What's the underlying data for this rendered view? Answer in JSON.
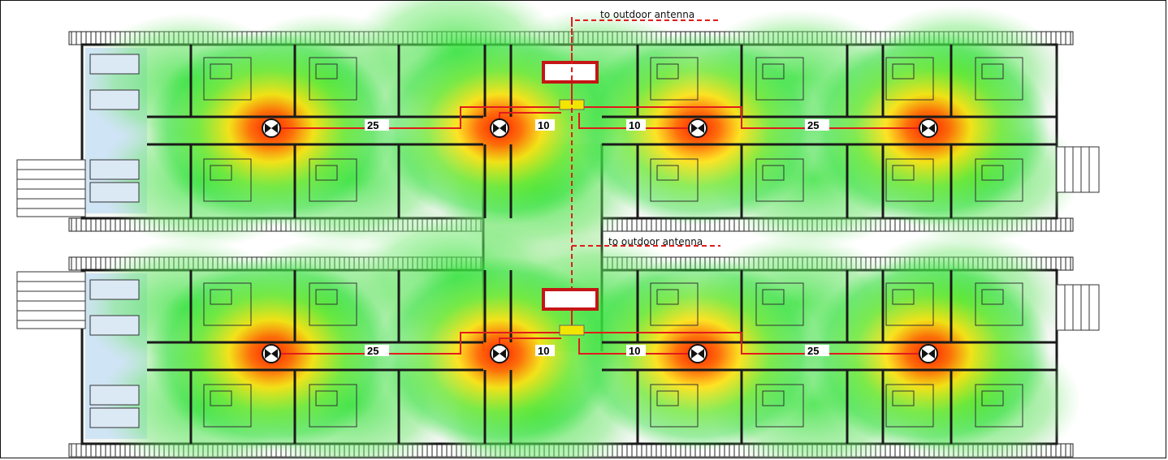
{
  "title": "Hotel floors DAS coverage heatmap",
  "colors": {
    "cable": "#e11b1b",
    "splitter": "#f2e600",
    "repeater_fill": "#ffffff",
    "repeater_border": "#c41616",
    "heat_hot": "#ff2a00",
    "heat_mid": "#ffe600",
    "heat_low": "#2ee62e",
    "wall": "#1a1a1a",
    "room_blue": "#cfe4f5"
  },
  "icons": [
    "indoor-antenna-icon",
    "splitter-icon",
    "repeater-icon"
  ],
  "floors": [
    {
      "name": "floor-top",
      "antenna_label": "to outdoor antenna",
      "segments": [
        "25",
        "10",
        "10",
        "25"
      ]
    },
    {
      "name": "floor-bottom",
      "antenna_label": "to outdoor antenna",
      "segments": [
        "25",
        "10",
        "10",
        "25"
      ]
    }
  ]
}
